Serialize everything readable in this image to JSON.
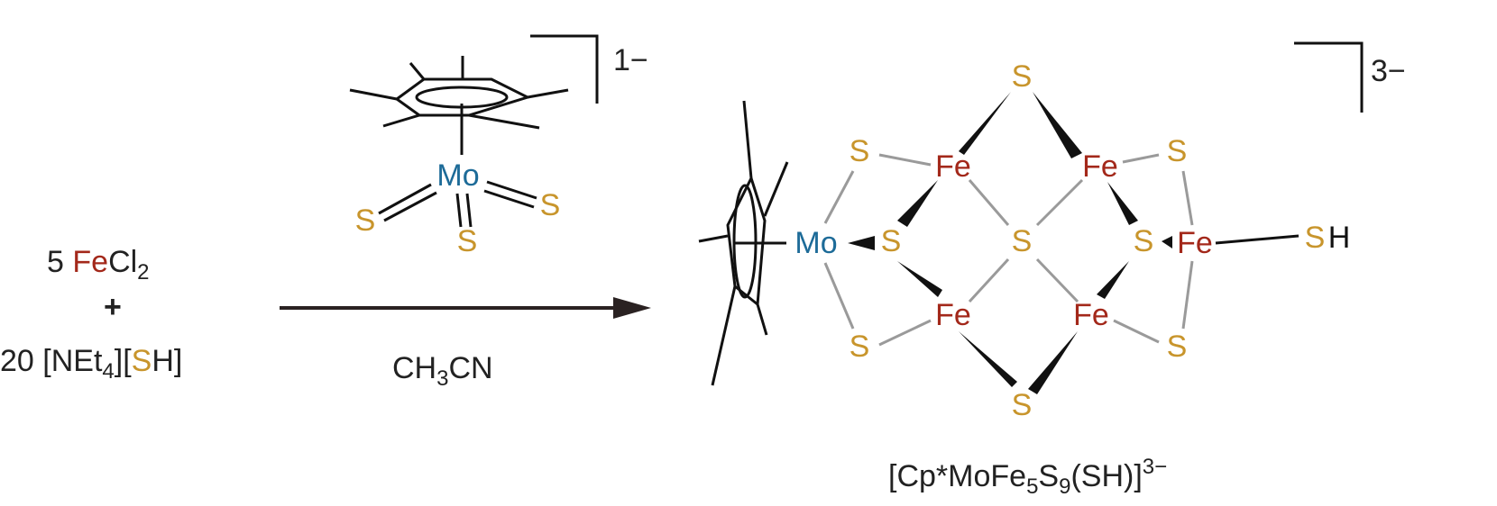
{
  "colors": {
    "fe": "#a3281a",
    "s": "#c8952c",
    "mo": "#1d6b98",
    "text": "#222222",
    "bond_gray": "#9a9a9a"
  },
  "reactants": {
    "line1": {
      "coef": "5",
      "fe": "Fe",
      "rest": "Cl",
      "sub": "2"
    },
    "plus": "+",
    "line2": {
      "coef": "20",
      "cation": "[NEt",
      "cation_sub": "4",
      "mid": "][",
      "s": "S",
      "end": "H]"
    }
  },
  "reagent": {
    "atoms": {
      "mo": "Mo",
      "s1": "S",
      "s2": "S",
      "s3": "S"
    },
    "charge": "1−"
  },
  "arrow": {
    "solvent_main": "CH",
    "solvent_sub": "3",
    "solvent_end": "CN"
  },
  "product": {
    "atoms": {
      "mo": "Mo",
      "fe1": "Fe",
      "fe2": "Fe",
      "fe3": "Fe",
      "fe4": "Fe",
      "fe5": "Fe",
      "s_top": "S",
      "s_bottom": "S",
      "s_ul": "S",
      "s_ur": "S",
      "s_ll": "S",
      "s_lr": "S",
      "s_ml": "S",
      "s_c": "S",
      "s_mr": "S",
      "sh_s": "S",
      "sh_h": "H"
    },
    "charge": "3−",
    "formula": {
      "a": "[Cp*MoFe",
      "s1": "5",
      "b": "S",
      "s2": "9",
      "c": "(SH)]",
      "sup": "3−"
    }
  }
}
